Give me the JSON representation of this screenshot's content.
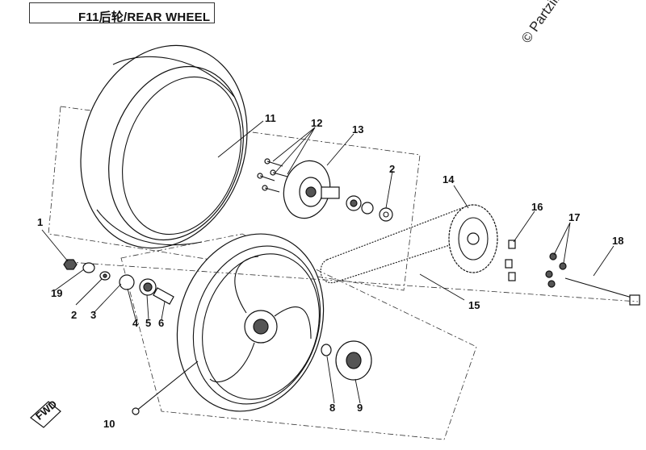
{
  "title": "F11后轮/REAR WHEEL",
  "watermark": "© Partzilla",
  "fwd_label": "FWD",
  "callouts": [
    "1",
    "2",
    "2",
    "3",
    "4",
    "5",
    "6",
    "8",
    "9",
    "10",
    "11",
    "12",
    "13",
    "14",
    "15",
    "16",
    "17",
    "18",
    "19"
  ]
}
